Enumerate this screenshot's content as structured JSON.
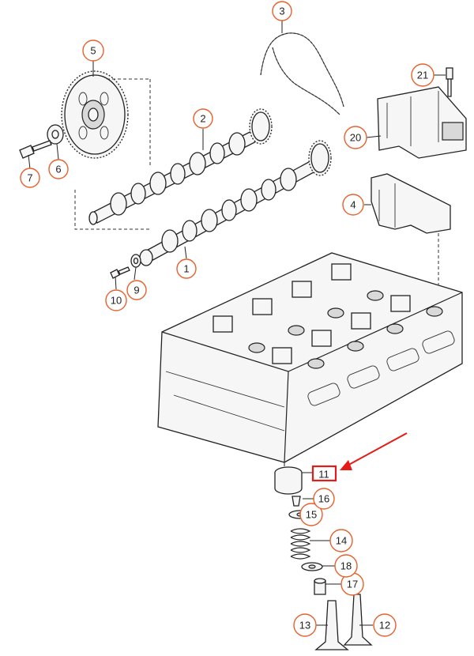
{
  "callouts": {
    "c1": "1",
    "c2": "2",
    "c3": "3",
    "c4": "4",
    "c5": "5",
    "c6": "6",
    "c7": "7",
    "c9": "9",
    "c10": "10",
    "c11": "11",
    "c12": "12",
    "c13": "13",
    "c14": "14",
    "c15": "15",
    "c16": "16",
    "c17": "17",
    "c18": "18",
    "c20": "20",
    "c21": "21"
  },
  "colors": {
    "callout_ring": "#e8602c",
    "highlight": "#e41b17"
  },
  "highlighted_part": "11"
}
